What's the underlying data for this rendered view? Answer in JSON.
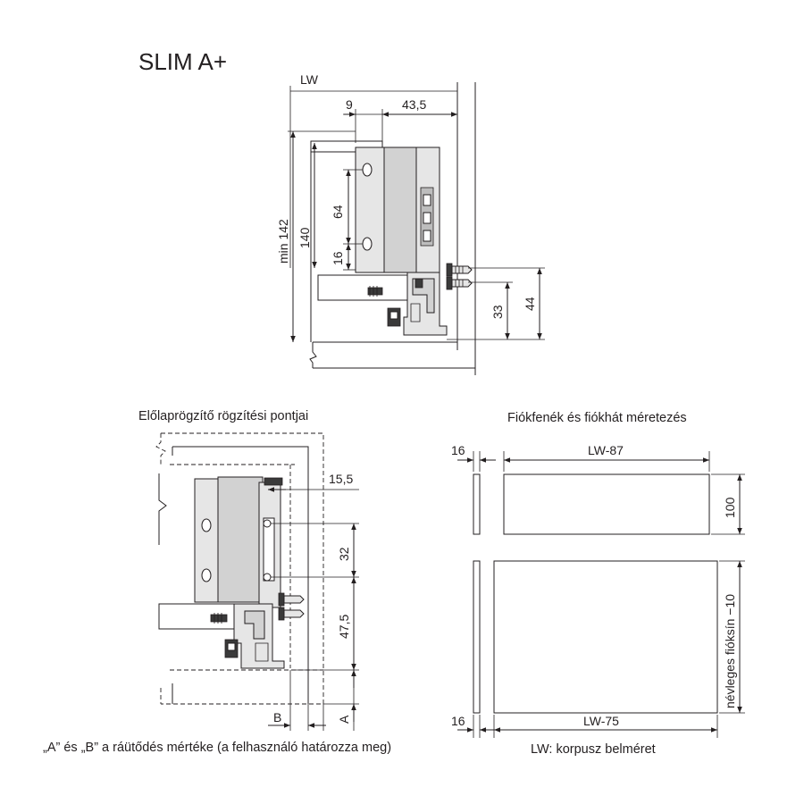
{
  "title": "SLIM A+",
  "section_view": {
    "lw_label": "LW",
    "dim_9": "9",
    "dim_43_5": "43,5",
    "dim_min142": "min 142",
    "dim_140": "140",
    "dim_64": "64",
    "dim_16": "16",
    "dim_33": "33",
    "dim_44": "44"
  },
  "front_fixing": {
    "caption": "Előlaprögzítő rögzítési pontjai",
    "dim_15_5": "15,5",
    "dim_32": "32",
    "dim_47_5": "47,5",
    "label_a": "A",
    "label_b": "B",
    "note": "„A” és „B” a ráütődés mértéke (a felhasználó határozza meg)"
  },
  "bottom_back": {
    "caption": "Fiókfenék és fiókhát méretezés",
    "dim_16_top": "16",
    "dim_lw87": "LW-87",
    "dim_100": "100",
    "dim_16_bottom": "16",
    "dim_lw75": "LW-75",
    "dim_nominal": "névleges fióksín −10",
    "lw_note": "LW: korpusz belméret"
  }
}
